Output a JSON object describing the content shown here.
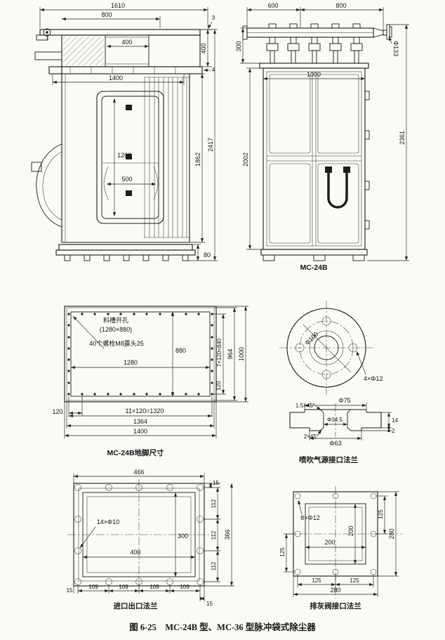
{
  "side_view": {
    "dim_1610": "1610",
    "dim_800": "800",
    "dim_3": "3",
    "dim_400_top": "400",
    "dim_400_right": "400",
    "dim_4": "4",
    "dim_1400": "1400",
    "dim_1200": "1200",
    "dim_500": "500",
    "dim_1862": "1862",
    "dim_2417": "2417",
    "dim_80": "80"
  },
  "front_view": {
    "dim_600": "600",
    "dim_800": "800",
    "dim_300": "300",
    "dim_phi133": "Φ133",
    "dim_1000": "1000",
    "dim_2002": "2002",
    "dim_2361": "2361",
    "label": "MC-24B"
  },
  "foundation_plan": {
    "note_opening_line1": "料槽开孔",
    "note_opening_line2": "(1280×880)",
    "note_bolts": "40个螺栓M8露头25",
    "dim_1280": "1280",
    "dim_880": "880",
    "dim_840": "7×120=840",
    "dim_964": "964",
    "dim_1000": "1000",
    "dim_120_right": "120",
    "dim_120_left": "120",
    "dim_1320": "11×120=1320",
    "dim_1364": "1364",
    "dim_1400": "1400",
    "caption": "MC-24B地脚尺寸"
  },
  "air_flange": {
    "dim_phi100": "Φ100",
    "dim_bolt_holes": "4×Φ12",
    "dim_phi75": "Φ75",
    "dim_chamfer_top": "1.5×45°",
    "dim_phi34_5": "Φ34.5",
    "dim_chamfer_bottom": "2×45°",
    "dim_phi63": "Φ63",
    "dim_14": "14",
    "dim_2": "2",
    "caption": "喷吹气源接口法兰"
  },
  "inlet_flange": {
    "dim_466": "466",
    "dim_15_top": "15",
    "dim_112_a": "112",
    "dim_112_b": "112",
    "dim_112_c": "112",
    "dim_366": "366",
    "dim_bolt_holes": "14×Φ10",
    "dim_400": "400",
    "dim_300": "300",
    "dim_15_left": "15",
    "dim_109_a": "109",
    "dim_109_b": "109",
    "dim_109_c": "109",
    "dim_109_d": "109",
    "dim_15_right": "15",
    "caption": "进口出口法兰"
  },
  "ash_flange": {
    "dim_bolt_holes": "8×Φ12",
    "dim_200_w": "200",
    "dim_200_h": "200",
    "dim_125_right": "125",
    "dim_280_right": "280",
    "dim_125_left": "125",
    "dim_125_a": "125",
    "dim_125_b": "125",
    "dim_280_bottom": "280",
    "caption": "排灰阀接口法兰"
  },
  "figure_caption": "图 6-25　MC-24B 型、MC-36 型脉冲袋式除尘器"
}
